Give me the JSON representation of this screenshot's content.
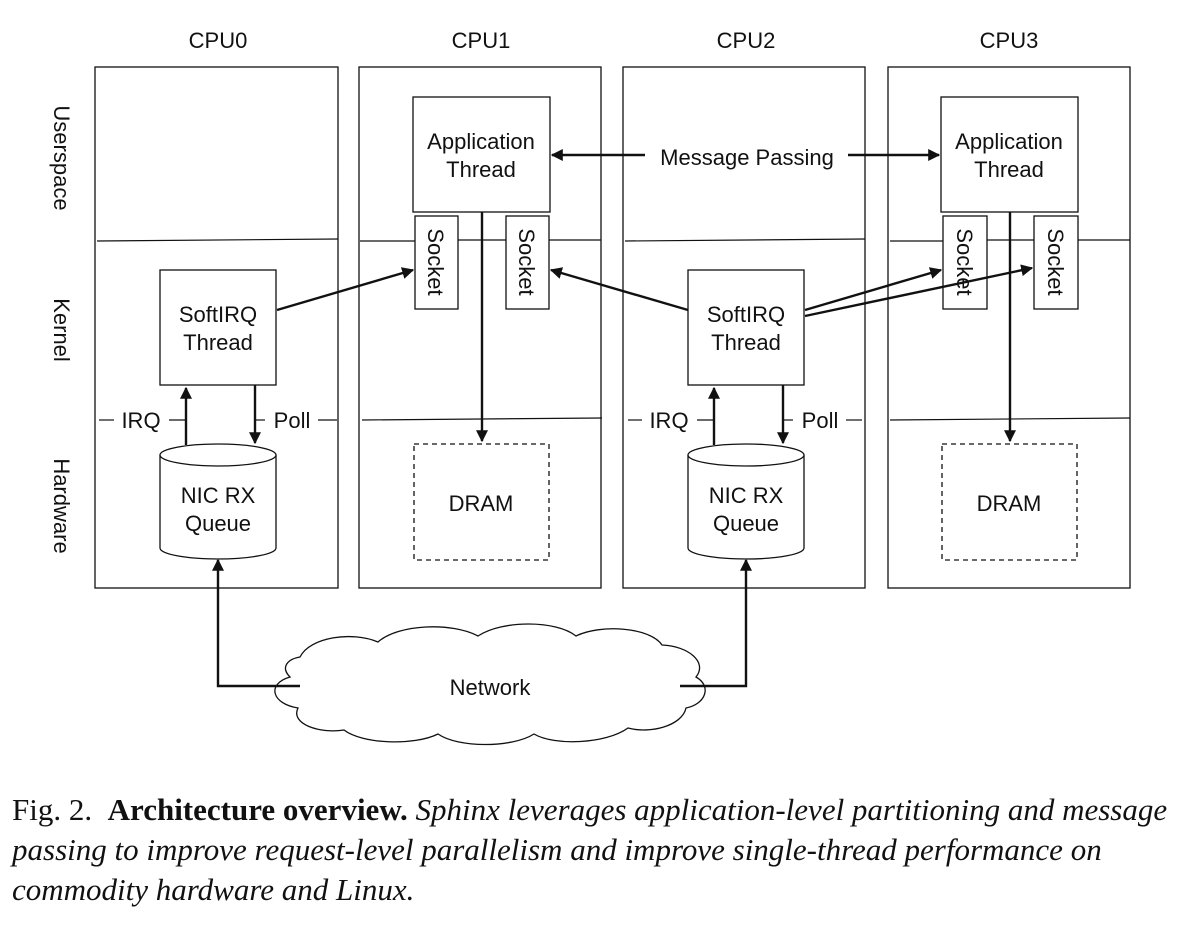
{
  "cpus": [
    "CPU0",
    "CPU1",
    "CPU2",
    "CPU3"
  ],
  "layers": [
    "Userspace",
    "Kernel",
    "Hardware"
  ],
  "app_thread": [
    "Application",
    "Thread"
  ],
  "softirq_thread": [
    "SoftIRQ",
    "Thread"
  ],
  "socket": "Socket",
  "nic_queue": [
    "NIC RX",
    "Queue"
  ],
  "dram": "DRAM",
  "irq": "IRQ",
  "poll": "Poll",
  "message_passing": "Message Passing",
  "network": "Network",
  "caption": {
    "fig": "Fig. 2.",
    "title": "Architecture overview.",
    "body": "Sphinx leverages application-level partitioning and message passing to improve request-level parallelism and improve single-thread performance on commodity hardware and Linux."
  }
}
